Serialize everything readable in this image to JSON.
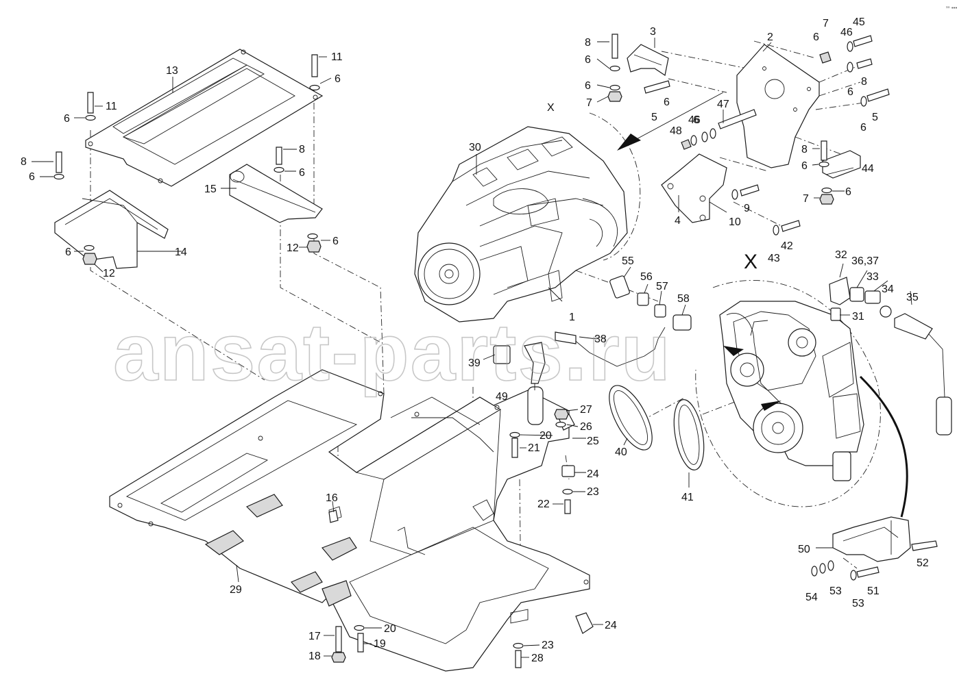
{
  "watermark": "ansat-parts.ru",
  "view_marker_small": "X",
  "view_marker_large": "X",
  "corner_mark": "ˢⁿ •••",
  "callouts": {
    "c1": "1",
    "c2": "2",
    "c3": "3",
    "c4": "4",
    "c5a": "5",
    "c5b": "5",
    "c6a": "6",
    "c6b": "6",
    "c6c": "6",
    "c6d": "6",
    "c6e": "6",
    "c6f": "6",
    "c6g": "6",
    "c6h": "6",
    "c6i": "6",
    "c6j": "6",
    "c6k": "6",
    "c6l": "6",
    "c6m": "6",
    "c6n": "6",
    "c6o": "6",
    "c7a": "7",
    "c7b": "7",
    "c7c": "7",
    "c8a": "8",
    "c8b": "8",
    "c8c": "8",
    "c8d": "8",
    "c8e": "8",
    "c9": "9",
    "c10": "10",
    "c11a": "11",
    "c11b": "11",
    "c12a": "12",
    "c12b": "12",
    "c13": "13",
    "c14": "14",
    "c15": "15",
    "c16": "16",
    "c17": "17",
    "c18": "18",
    "c19": "19",
    "c20a": "20",
    "c20b": "20",
    "c21": "21",
    "c22": "22",
    "c23a": "23",
    "c23b": "23",
    "c24a": "24",
    "c24b": "24",
    "c25": "25",
    "c26": "26",
    "c27": "27",
    "c28": "28",
    "c29": "29",
    "c30": "30",
    "c31": "31",
    "c32": "32",
    "c33": "33",
    "c34": "34",
    "c35": "35",
    "c3637": "36,37",
    "c38": "38",
    "c39": "39",
    "c40": "40",
    "c41": "41",
    "c42": "42",
    "c43": "43",
    "c44": "44",
    "c45": "45",
    "c46a": "46",
    "c46b": "46",
    "c47": "47",
    "c48": "48",
    "c49": "49",
    "c50": "50",
    "c51": "51",
    "c52": "52",
    "c53a": "53",
    "c53b": "53",
    "c54": "54",
    "c55": "55",
    "c56": "56",
    "c57": "57",
    "c58": "58"
  }
}
